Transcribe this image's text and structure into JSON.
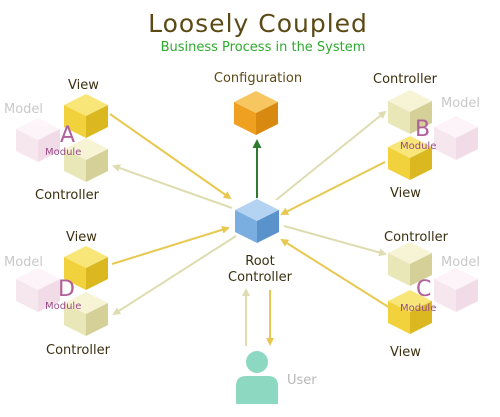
{
  "title": "Loosely Coupled",
  "subtitle": "Business Process in the System",
  "center": {
    "configuration": "Configuration",
    "root_line1": "Root",
    "root_line2": "Controller",
    "user": "User"
  },
  "modules": {
    "A": {
      "letter": "A",
      "module": "Module",
      "model": "Model",
      "view": "View",
      "controller": "Controller"
    },
    "B": {
      "letter": "B",
      "module": "Module",
      "model": "Model",
      "view": "View",
      "controller": "Controller"
    },
    "C": {
      "letter": "C",
      "module": "Module",
      "model": "Model",
      "view": "View",
      "controller": "Controller"
    },
    "D": {
      "letter": "D",
      "module": "Module",
      "model": "Model",
      "view": "View",
      "controller": "Controller"
    }
  },
  "colors": {
    "title": "#5c4a16",
    "subtitle": "#2eaa2e",
    "label": "#3a3010",
    "model_label": "#c9c9c9",
    "letter": "#b0609a",
    "module_text": "#9a4a8a",
    "view_cube": "#f2d23c",
    "controller_cube": "#e9e6b8",
    "model_cube": "#f4dce8",
    "config_cube": "#f0a020",
    "root_cube": "#7aaee0",
    "user_figure": "#8cd8c0",
    "user_label": "#b8b8b8",
    "arrow_gold": "#e8c850",
    "arrow_pale": "#dedcb0",
    "arrow_green": "#2e7a2e"
  }
}
